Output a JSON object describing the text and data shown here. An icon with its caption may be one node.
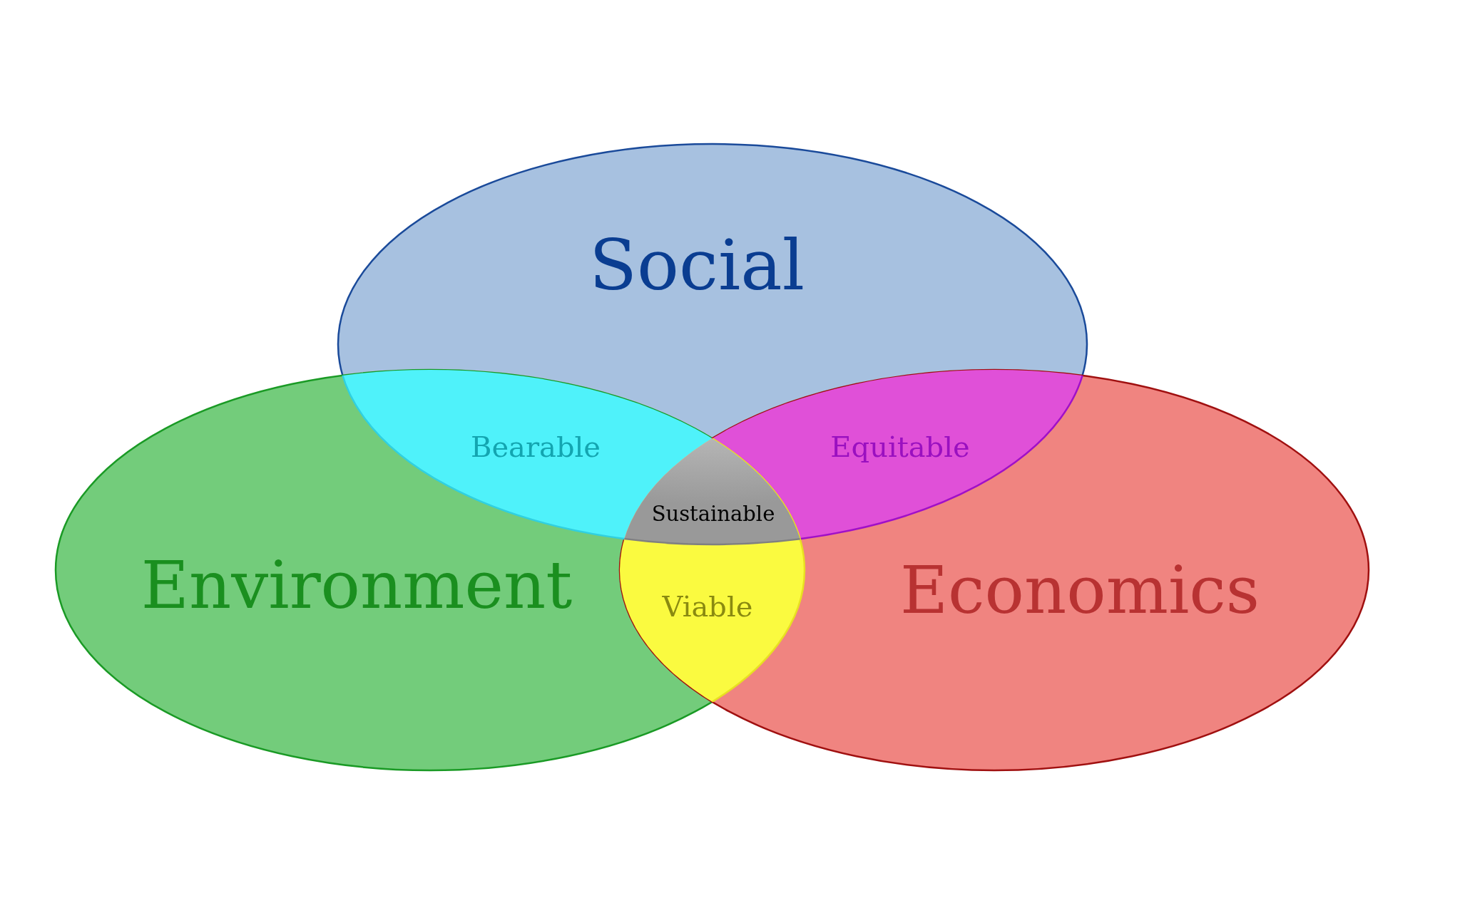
{
  "diagram": {
    "nodes": [
      {
        "text": [
          "Social"
        ]
      },
      {
        "text": [
          "Environment"
        ]
      },
      {
        "text": [
          "Economics"
        ]
      },
      {
        "text": [
          "Bearable"
        ]
      },
      {
        "text": [
          "Equitable"
        ]
      },
      {
        "text": [
          "Viable"
        ]
      },
      {
        "text": [
          "Sustainable"
        ]
      }
    ]
  }
}
